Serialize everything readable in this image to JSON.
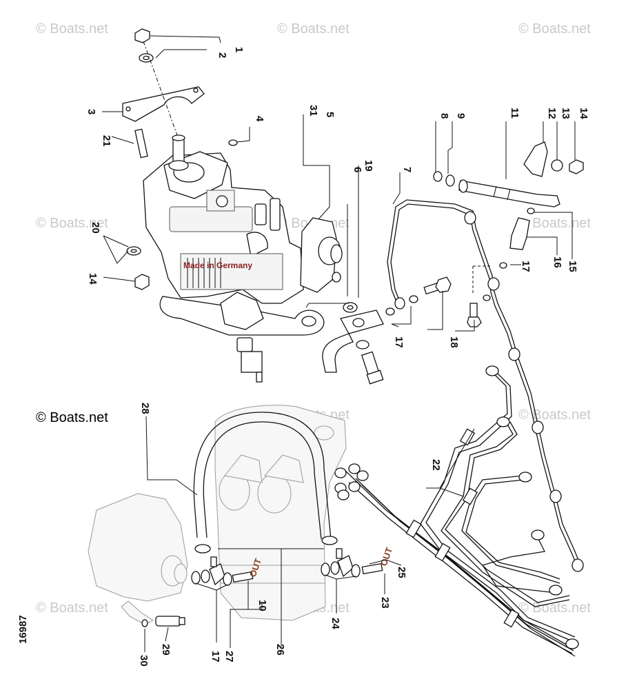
{
  "watermark": "© Boats.net",
  "copyright": "© Boats.net",
  "diagram_id": "16987",
  "stamp_text": "Made in Germany",
  "flow_label": "OUT",
  "callouts": {
    "c1": "1",
    "c2": "2",
    "c3": "3",
    "c4": "4",
    "c5": "5",
    "c6": "6",
    "c7": "7",
    "c8": "8",
    "c9": "9",
    "c10": "10",
    "c11": "11",
    "c12": "12",
    "c13": "13",
    "c14a": "14",
    "c14b": "14",
    "c15": "15",
    "c16": "16",
    "c17a": "17",
    "c17b": "17",
    "c17c": "17",
    "c18": "18",
    "c19": "19",
    "c20": "20",
    "c21": "21",
    "c22": "22",
    "c23": "23",
    "c24": "24",
    "c25": "25",
    "c26": "26",
    "c27": "27",
    "c28": "28",
    "c29": "29",
    "c30": "30",
    "c31": "31"
  }
}
